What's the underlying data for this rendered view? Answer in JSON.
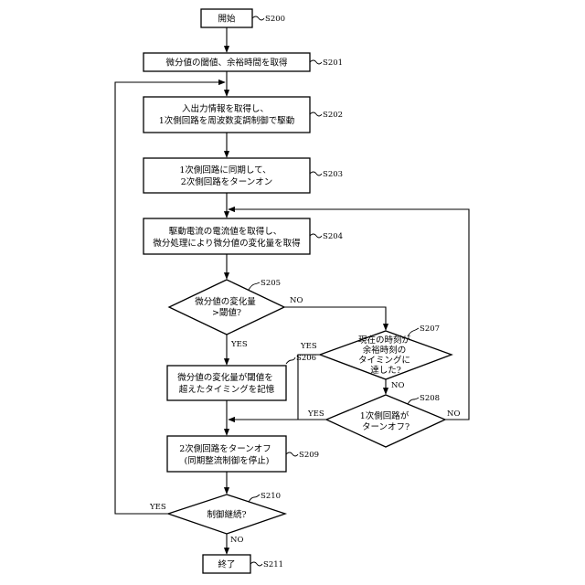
{
  "steps": {
    "s200": {
      "ref": "S200",
      "lines": [
        "開始"
      ]
    },
    "s201": {
      "ref": "S201",
      "lines": [
        "微分値の閾値、余裕時間を取得"
      ]
    },
    "s202": {
      "ref": "S202",
      "lines": [
        "入出力情報を取得し、",
        "1次側回路を周波数変調制御で駆動"
      ]
    },
    "s203": {
      "ref": "S203",
      "lines": [
        "1次側回路に同期して、",
        "2次側回路をターンオン"
      ]
    },
    "s204": {
      "ref": "S204",
      "lines": [
        "駆動電流の電流値を取得し、",
        "微分処理により微分値の変化量を取得"
      ]
    },
    "s205": {
      "ref": "S205",
      "lines": [
        "微分値の変化量",
        ">閾値?"
      ]
    },
    "s206": {
      "ref": "S206",
      "lines": [
        "微分値の変化量が閾値を",
        "超えたタイミングを記憶"
      ]
    },
    "s207": {
      "ref": "S207",
      "lines": [
        "現在の時刻が",
        "余裕時刻の",
        "タイミングに",
        "達した?"
      ]
    },
    "s208": {
      "ref": "S208",
      "lines": [
        "1次側回路が",
        "ターンオフ?"
      ]
    },
    "s209": {
      "ref": "S209",
      "lines": [
        "2次側回路をターンオフ",
        "(同期整流制御を停止)"
      ]
    },
    "s210": {
      "ref": "S210",
      "lines": [
        "制御継続?"
      ]
    },
    "s211": {
      "ref": "S211",
      "lines": [
        "終了"
      ]
    }
  },
  "branch_labels": {
    "s205_no": "NO",
    "s205_yes": "YES",
    "s207_yes": "YES",
    "s207_no": "NO",
    "s208_yes": "YES",
    "s208_no": "NO",
    "s210_yes": "YES",
    "s210_no": "NO"
  }
}
